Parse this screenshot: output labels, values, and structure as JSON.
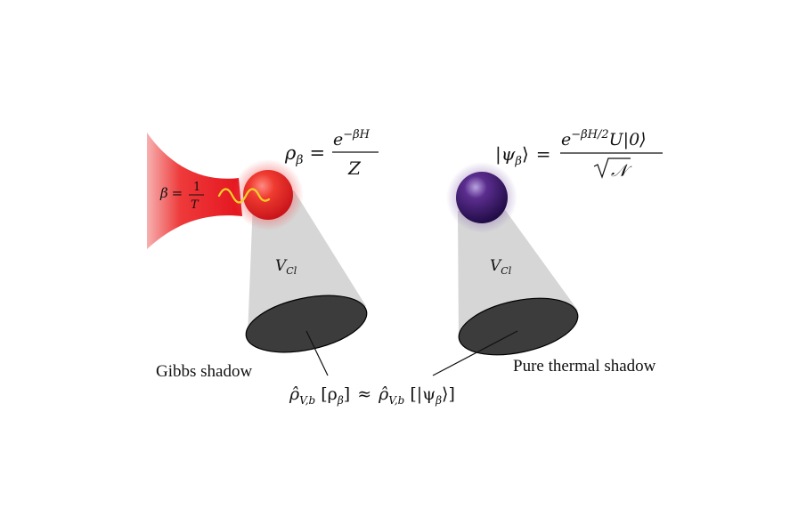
{
  "colors": {
    "heat_bath": "#e8232a",
    "gibbs_sphere": "#e23a2f",
    "pure_sphere": "#3a1a66",
    "cone": "#d6d6d6",
    "shadow": "#3c3c3c",
    "wiggle": "#f3d12a"
  },
  "heat_bath": {
    "beta": "β",
    "equals": "=",
    "numerator": "1",
    "denominator": "T"
  },
  "gibbs_state": {
    "lhs_symbol": "ρ",
    "lhs_sub": "β",
    "equals": "=",
    "numerator": "e",
    "numerator_exp": "−βH",
    "denominator": "Z"
  },
  "pure_state": {
    "lhs": "|ψ",
    "lhs_sub": "β",
    "lhs_close": "⟩",
    "equals": "=",
    "numerator": "e",
    "numerator_exp": "−βH/2",
    "numerator_tail": "U|0⟩",
    "denominator": "𝒩"
  },
  "cone_labels": {
    "left": {
      "symbol": "V",
      "sub": "Cl"
    },
    "right": {
      "symbol": "V",
      "sub": "Cl"
    }
  },
  "labels": {
    "gibbs_shadow": "Gibbs shadow",
    "pure_thermal_shadow": "Pure thermal shadow"
  },
  "equivalence": {
    "rho_hat": "ρ̂",
    "sub": "V,b",
    "left_arg": "[ρ",
    "left_arg_sub": "β",
    "left_arg_close": "]",
    "approx": "≈",
    "right_arg": "[|ψ",
    "right_arg_sub": "β",
    "right_arg_close": "⟩]"
  }
}
